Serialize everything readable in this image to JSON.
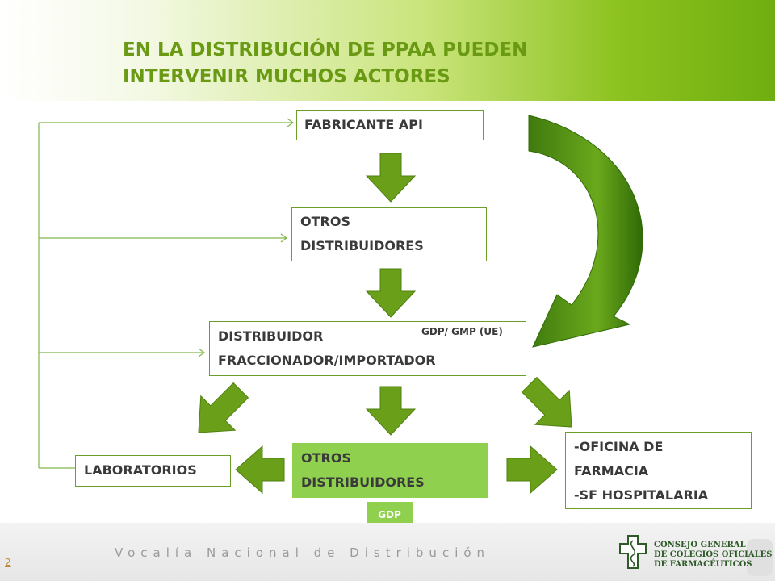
{
  "title": [
    "EN LA DISTRIBUCIÓN  DE PPAA PUEDEN",
    "INTERVENIR MUCHOS ACTORES"
  ],
  "nodes": {
    "fabricante": [
      "FABRICANTE API"
    ],
    "otros_top": [
      "OTROS",
      "DISTRIBUIDORES"
    ],
    "distribuidor": [
      "DISTRIBUIDOR",
      "FRACCIONADOR/IMPORTADOR"
    ],
    "laboratorios": [
      "LABORATORIOS"
    ],
    "otros_bottom": [
      "OTROS",
      "DISTRIBUIDORES"
    ],
    "oficina": [
      "-OFICINA DE",
      "FARMACIA",
      "-SF HOSPITALARIA"
    ]
  },
  "tags": {
    "gdp_gmp": "GDP/ GMP (UE)",
    "gdp": "GDP"
  },
  "footer": {
    "text": "Vocalía Nacional de Distribución",
    "page_number": "2",
    "logo_lines": [
      "CONSEJO GENERAL",
      "DE COLEGIOS OFICIALES",
      "DE FARMACÉUTICOS"
    ]
  },
  "colors": {
    "arrow_green": "#6a9f1a",
    "box_border": "#6c9f2a",
    "highlight_box": "#8fd14f",
    "connector_line": "#7fb84a"
  }
}
